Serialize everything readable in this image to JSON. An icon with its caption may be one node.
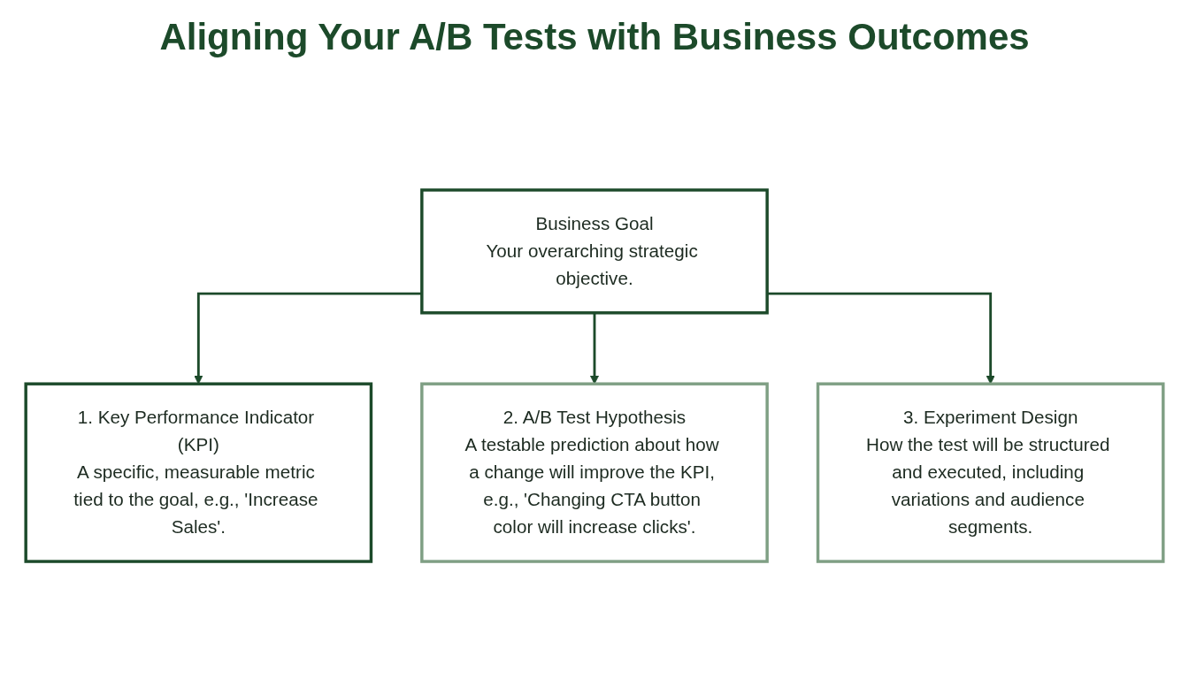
{
  "diagram": {
    "title": "Aligning Your A/B Tests with Business Outcomes",
    "nodes": [
      {
        "text": [
          "Business Goal",
          "Your overarching strategic objective."
        ]
      },
      {
        "text": [
          "1. Key Performance Indicator (KPI)",
          "A specific, measurable metric tied to the goal, e.g., 'Increase Sales'."
        ]
      },
      {
        "text": [
          "2. A/B Test Hypothesis",
          "A testable prediction about how a change will improve the KPI, e.g., 'Changing CTA button color will increase clicks'."
        ]
      },
      {
        "text": [
          "3. Experiment Design",
          "How the test will be structured and executed, including variations and audience segments."
        ]
      }
    ],
    "edges": [
      {
        "from": 0,
        "to": 1,
        "arrow": "to"
      },
      {
        "from": 0,
        "to": 2,
        "arrow": "to"
      },
      {
        "from": 0,
        "to": 3,
        "arrow": "to"
      }
    ]
  }
}
